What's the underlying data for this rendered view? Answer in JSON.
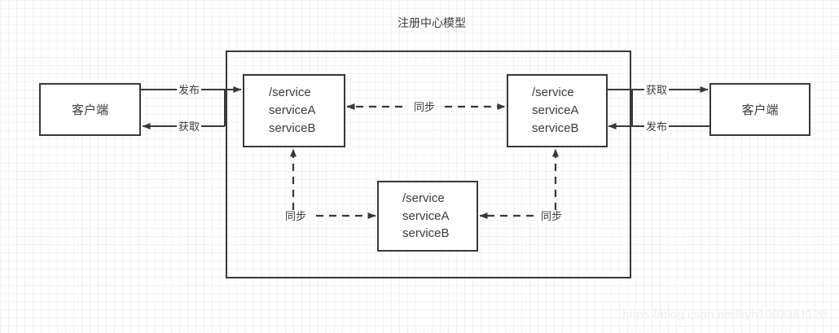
{
  "title": "注册中心模型",
  "watermark": "https://blog.csdn.net/kyh1003381120",
  "colors": {
    "stroke": "#37383a",
    "text": "#3b3b3b",
    "grid_minor": "#f2f2f2",
    "grid_major": "#e8e8e8",
    "background": "#ffffff",
    "watermark": "#eeeeee"
  },
  "nodes": {
    "client_left": {
      "label": "客户端"
    },
    "client_right": {
      "label": "客户端"
    },
    "registry_left": {
      "line1": "/service",
      "line2": "serviceA",
      "line3": "serviceB"
    },
    "registry_right": {
      "line1": "/service",
      "line2": "serviceA",
      "line3": "serviceB"
    },
    "registry_bottom": {
      "line1": "/service",
      "line2": "serviceA",
      "line3": "serviceB"
    }
  },
  "edges": {
    "left_publish": {
      "label": "发布"
    },
    "left_fetch": {
      "label": "获取"
    },
    "right_fetch": {
      "label": "获取"
    },
    "right_publish": {
      "label": "发布"
    },
    "sync_top": {
      "label": "同步"
    },
    "sync_bottom_left": {
      "label": "同步"
    },
    "sync_bottom_right": {
      "label": "同步"
    }
  }
}
